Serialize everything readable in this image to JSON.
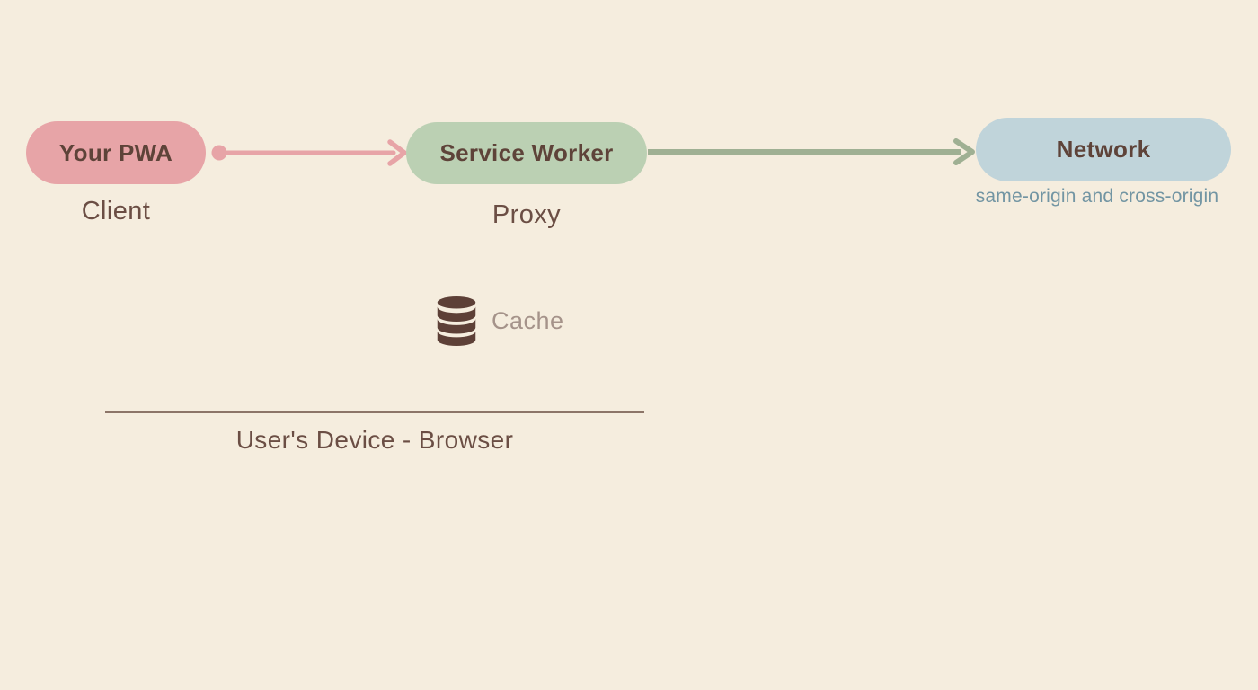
{
  "nodes": {
    "pwa": {
      "label": "Your PWA",
      "sublabel": "Client"
    },
    "service_worker": {
      "label": "Service Worker",
      "sublabel": "Proxy"
    },
    "network": {
      "label": "Network",
      "sublabel": "same-origin and cross-origin"
    }
  },
  "cache": {
    "label": "Cache",
    "icon": "database-icon"
  },
  "boundary": {
    "label": "User's Device - Browser"
  },
  "edges": [
    {
      "from": "Your PWA",
      "to": "Service Worker",
      "style": "dot-line-arrow",
      "color": "#e7a4a7"
    },
    {
      "from": "Service Worker",
      "to": "Network",
      "style": "line-arrow",
      "color": "#9fb093"
    }
  ],
  "colors": {
    "background": "#f5edde",
    "pwa_fill": "#e7a4a7",
    "service_worker_fill": "#bbd0b3",
    "network_fill": "#c0d4da",
    "pill_label_text": "#5e4339",
    "sublabel_text": "#6b4e44",
    "network_sublabel_text": "#7295a3",
    "pink_arrow": "#e7a4a7",
    "green_arrow": "#9fb093",
    "cache_icon": "#5d4037",
    "cache_label": "#a5938a",
    "boundary_line": "#8c7568"
  }
}
